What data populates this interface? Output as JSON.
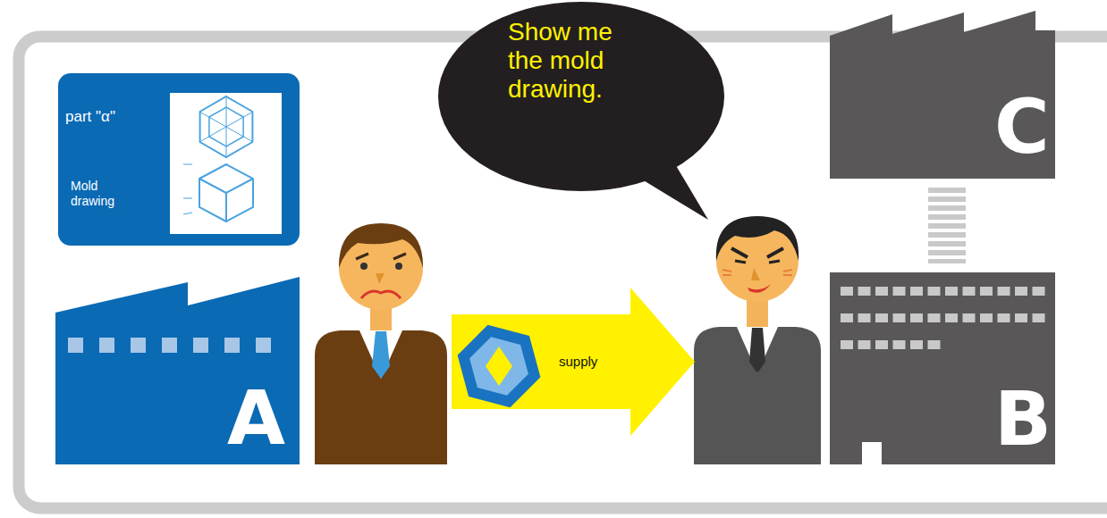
{
  "diagram": {
    "nodes": [
      {
        "text": [
          "part \"α\"",
          "Mold drawing"
        ]
      },
      {
        "text": [
          "Show me the mold drawing."
        ]
      },
      {
        "text": [
          "C"
        ]
      },
      {
        "text": [
          "A"
        ]
      },
      {
        "text": [
          "supply"
        ]
      },
      {
        "text": [
          "B"
        ]
      }
    ],
    "edges": [
      {
        "from": 2,
        "to": 5,
        "arrow": "none"
      }
    ]
  }
}
